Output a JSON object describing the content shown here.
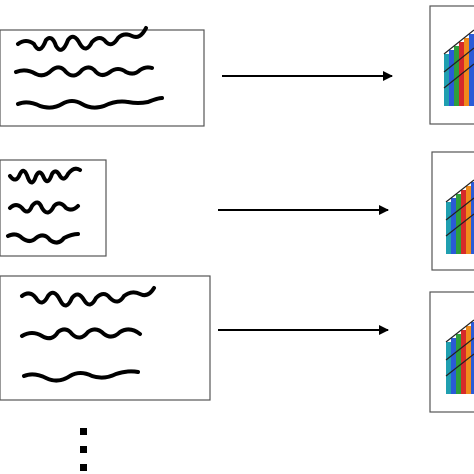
{
  "diagram": {
    "rows": [
      {
        "input": "handwritten-lines",
        "arrow": "right-arrow",
        "output": "feature-stack"
      },
      {
        "input": "handwritten-lines",
        "arrow": "right-arrow",
        "output": "feature-stack"
      },
      {
        "input": "handwritten-lines",
        "arrow": "right-arrow",
        "output": "feature-stack"
      }
    ],
    "continuation": "vertical-ellipsis",
    "colors": {
      "ink": "#000000",
      "box_border": "#555555",
      "stripe_teal": "#1f9fb0",
      "stripe_blue": "#2a5bd7",
      "stripe_green": "#2e9e3c",
      "stripe_red": "#d62a2a",
      "stripe_orange": "#f08a1c"
    }
  }
}
